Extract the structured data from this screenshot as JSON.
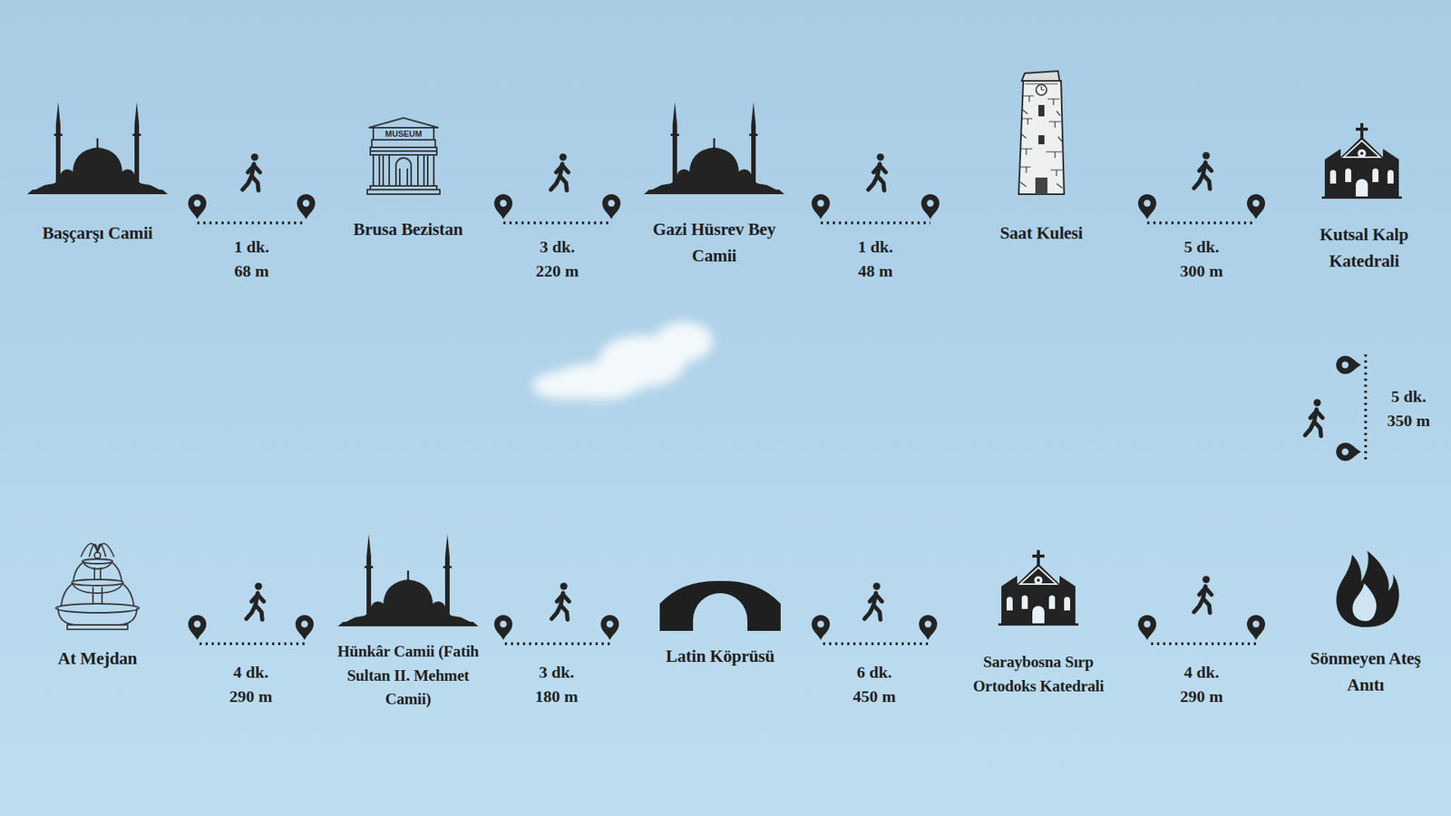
{
  "diagram": {
    "nodes": [
      {
        "text": [
          "Başçarşı Camii"
        ]
      },
      {
        "text": [
          "Brusa Bezistan"
        ]
      },
      {
        "text": [
          "Gazi Hüsrev Bey Camii"
        ]
      },
      {
        "text": [
          "Saat Kulesi"
        ]
      },
      {
        "text": [
          "Kutsal Kalp Katedrali"
        ]
      },
      {
        "text": [
          "At Mejdan"
        ]
      },
      {
        "text": [
          "Hünkâr Camii (Fatih Sultan II. Mehmet Camii)"
        ]
      },
      {
        "text": [
          "Latin Köprüsü"
        ]
      },
      {
        "text": [
          "Saraybosna Sırp Ortodoks Katedrali"
        ]
      },
      {
        "text": [
          "Sönmeyen Ateş Anıtı"
        ]
      }
    ],
    "edges": [
      {
        "from": 0,
        "to": 1,
        "label": "1 dk. 68 m",
        "arrow": "none"
      },
      {
        "from": 1,
        "to": 2,
        "label": "3 dk. 220 m",
        "arrow": "none"
      },
      {
        "from": 2,
        "to": 3,
        "label": "1 dk. 48 m",
        "arrow": "none"
      },
      {
        "from": 3,
        "to": 4,
        "label": "5 dk. 300 m",
        "arrow": "none"
      },
      {
        "from": 4,
        "to": 9,
        "label": "5 dk. 350 m",
        "arrow": "none"
      },
      {
        "from": 9,
        "to": 8,
        "label": "4 dk. 290 m",
        "arrow": "none"
      },
      {
        "from": 8,
        "to": 7,
        "label": "6 dk. 450 m",
        "arrow": "none"
      },
      {
        "from": 7,
        "to": 6,
        "label": "3 dk. 180 m",
        "arrow": "none"
      },
      {
        "from": 6,
        "to": 5,
        "label": "4 dk. 290 m",
        "arrow": "none"
      }
    ],
    "labels": [
      "MUSEUM"
    ]
  }
}
